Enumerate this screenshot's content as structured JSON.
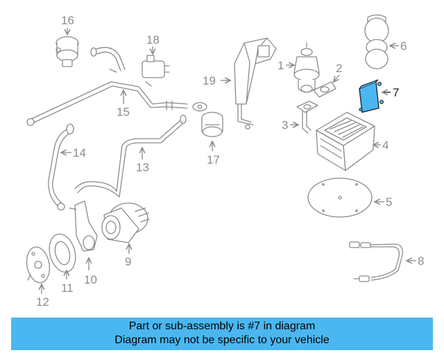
{
  "callouts": {
    "c1": "1",
    "c2": "2",
    "c3": "3",
    "c4": "4",
    "c5": "5",
    "c6": "6",
    "c7": "7",
    "c8": "8",
    "c9": "9",
    "c10": "10",
    "c11": "11",
    "c12": "12",
    "c13": "13",
    "c14": "14",
    "c15": "15",
    "c16": "16",
    "c17": "17",
    "c18": "18",
    "c19": "19"
  },
  "banner": {
    "line1": "Part or sub-assembly is #7 in diagram",
    "line2": "Diagram may not be specific to your vehicle"
  },
  "colors": {
    "banner_bg": "#4ab7f0",
    "highlight_part": "#4ab7f0",
    "line_art": "#8a8a8a"
  }
}
